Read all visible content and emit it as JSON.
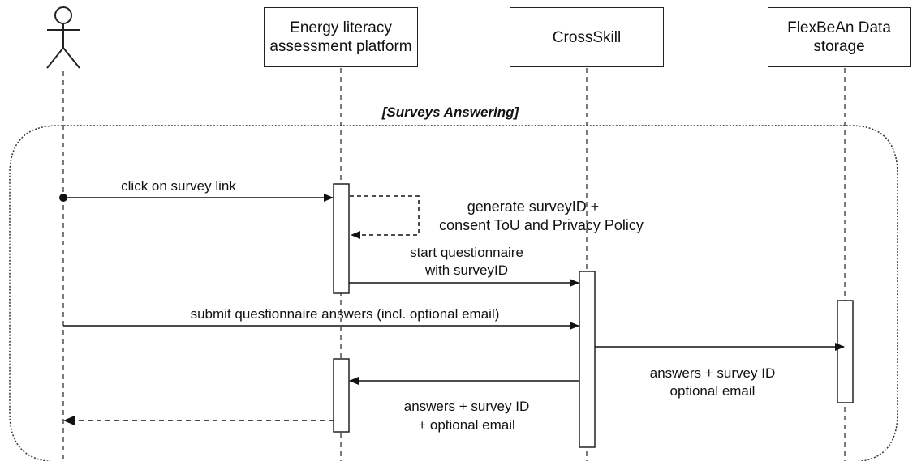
{
  "participants": {
    "platform": "Energy literacy assessment platform",
    "crossskill": "CrossSkill",
    "storage": "FlexBeAn Data storage"
  },
  "frame": {
    "title": "[Surveys Answering]"
  },
  "messages": {
    "click_link": "click on survey link",
    "generate_1": "generate surveyID +",
    "generate_2": "consent ToU and Privacy Policy",
    "start_1": "start questionnaire",
    "start_2": "with surveyID",
    "submit": "submit questionnaire answers (incl. optional email)",
    "store_1": "answers + survey ID",
    "store_2": "optional email",
    "return_1": "answers + survey ID",
    "return_2": "+ optional email"
  }
}
